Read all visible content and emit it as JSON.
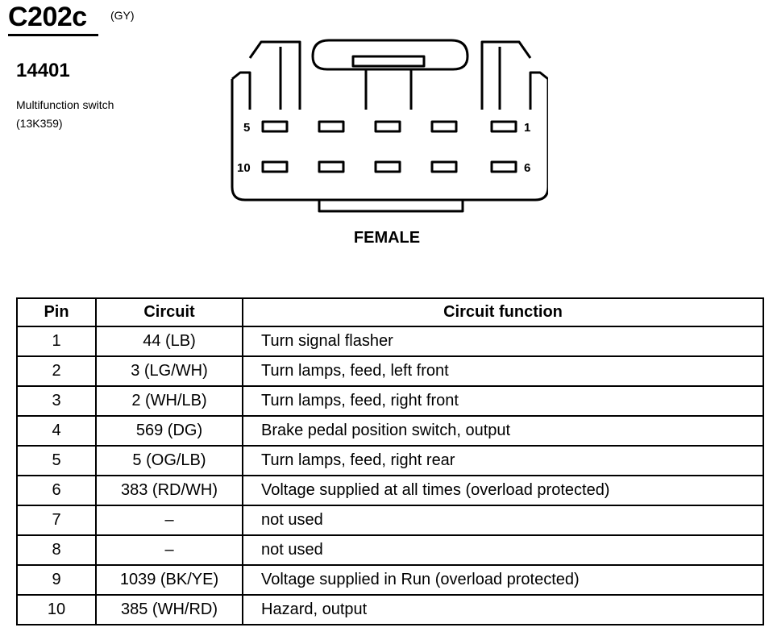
{
  "header": {
    "connector_id": "C202c",
    "connector_color": "(GY)",
    "part_number": "14401",
    "component_name": "Multifunction switch",
    "component_code": "(13K359)"
  },
  "connector": {
    "gender": "FEMALE",
    "pin_labels": {
      "top_left": "5",
      "top_right": "1",
      "bottom_left": "10",
      "bottom_right": "6"
    }
  },
  "table": {
    "headers": {
      "pin": "Pin",
      "circuit": "Circuit",
      "function": "Circuit function"
    },
    "rows": [
      {
        "pin": "1",
        "circuit": "44 (LB)",
        "function": "Turn signal flasher"
      },
      {
        "pin": "2",
        "circuit": "3 (LG/WH)",
        "function": "Turn lamps, feed, left front"
      },
      {
        "pin": "3",
        "circuit": "2 (WH/LB)",
        "function": "Turn lamps, feed, right front"
      },
      {
        "pin": "4",
        "circuit": "569 (DG)",
        "function": "Brake pedal position switch, output"
      },
      {
        "pin": "5",
        "circuit": "5 (OG/LB)",
        "function": "Turn lamps, feed, right rear"
      },
      {
        "pin": "6",
        "circuit": "383 (RD/WH)",
        "function": "Voltage supplied at all times (overload protected)"
      },
      {
        "pin": "7",
        "circuit": "–",
        "function": "not used"
      },
      {
        "pin": "8",
        "circuit": "–",
        "function": "not used"
      },
      {
        "pin": "9",
        "circuit": "1039 (BK/YE)",
        "function": "Voltage supplied in Run (overload protected)"
      },
      {
        "pin": "10",
        "circuit": "385 (WH/RD)",
        "function": "Hazard, output"
      }
    ]
  }
}
